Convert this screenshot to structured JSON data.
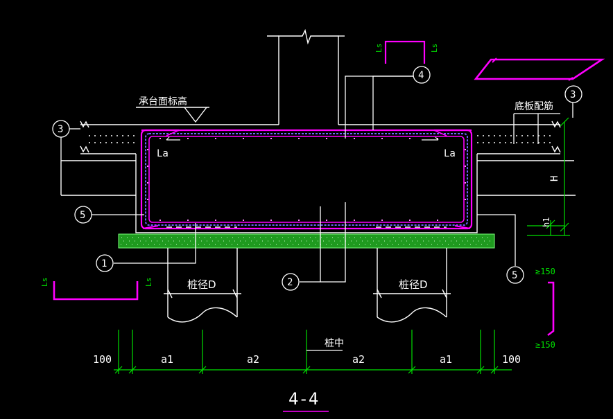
{
  "section_title": "4-4",
  "labels": {
    "cap_top_elevation": "承台面标高",
    "bottom_rebar": "底板配筋",
    "anchor_left": "La",
    "anchor_right": "La",
    "pile_dia_left": "桩径D",
    "pile_dia_right": "桩径D",
    "pile_center": "桩中",
    "height": "H",
    "bottom_offset": "h1",
    "ls_top_left": "Ls",
    "ls_top_right": "Ls",
    "ls_left_left": "Ls",
    "ls_left_right": "Ls",
    "min_top": "≥150",
    "min_bottom": "≥150"
  },
  "callouts": [
    "1",
    "2",
    "3",
    "3",
    "4",
    "5",
    "5"
  ],
  "dimensions": [
    "100",
    "a1",
    "a2",
    "a2",
    "a1",
    "100"
  ],
  "colors": {
    "background": "#000000",
    "line": "#ffffff",
    "dim": "#00e000",
    "rebar": "#ff00ff",
    "rebar_inner": "#7060ff",
    "concrete": "#1f9a1f"
  }
}
